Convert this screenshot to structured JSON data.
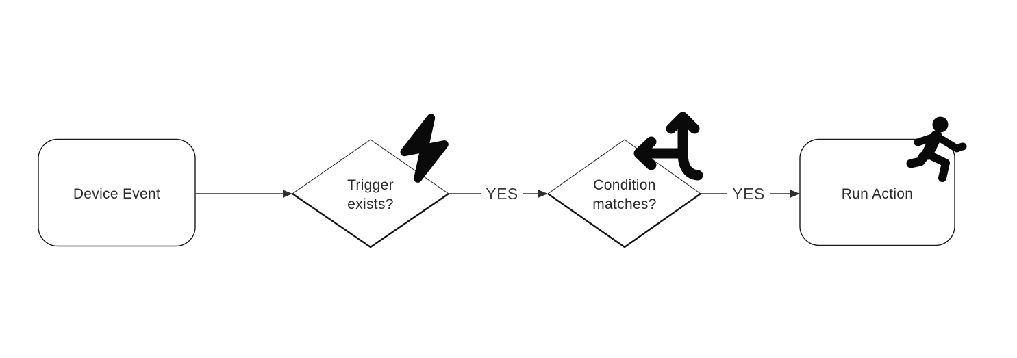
{
  "diagram": {
    "colors": {
      "background": "#ffffff",
      "node_border": "#1a1a1a",
      "node_fill": "#ffffff",
      "edge_line": "#4a4a4a",
      "text": "#2b2b2b",
      "edge_label_text": "#3a3a3a",
      "icon": "#0a0a0a"
    },
    "nodes": [
      {
        "id": "device-event",
        "shape": "rounded-rectangle",
        "label": "Device Event"
      },
      {
        "id": "trigger-exists",
        "shape": "diamond",
        "label": "Trigger exists?",
        "label_line1": "Trigger",
        "label_line2": "exists?",
        "icon": "lightning-bolt-icon"
      },
      {
        "id": "condition-matches",
        "shape": "diamond",
        "label": "Condition matches?",
        "label_line1": "Condition",
        "label_line2": "matches?",
        "icon": "split-arrows-icon"
      },
      {
        "id": "run-action",
        "shape": "rounded-rectangle",
        "label": "Run Action",
        "icon": "person-running-icon"
      }
    ],
    "edges": [
      {
        "from": "device-event",
        "to": "trigger-exists",
        "label": ""
      },
      {
        "from": "trigger-exists",
        "to": "condition-matches",
        "label": "YES"
      },
      {
        "from": "condition-matches",
        "to": "run-action",
        "label": "YES"
      }
    ]
  }
}
